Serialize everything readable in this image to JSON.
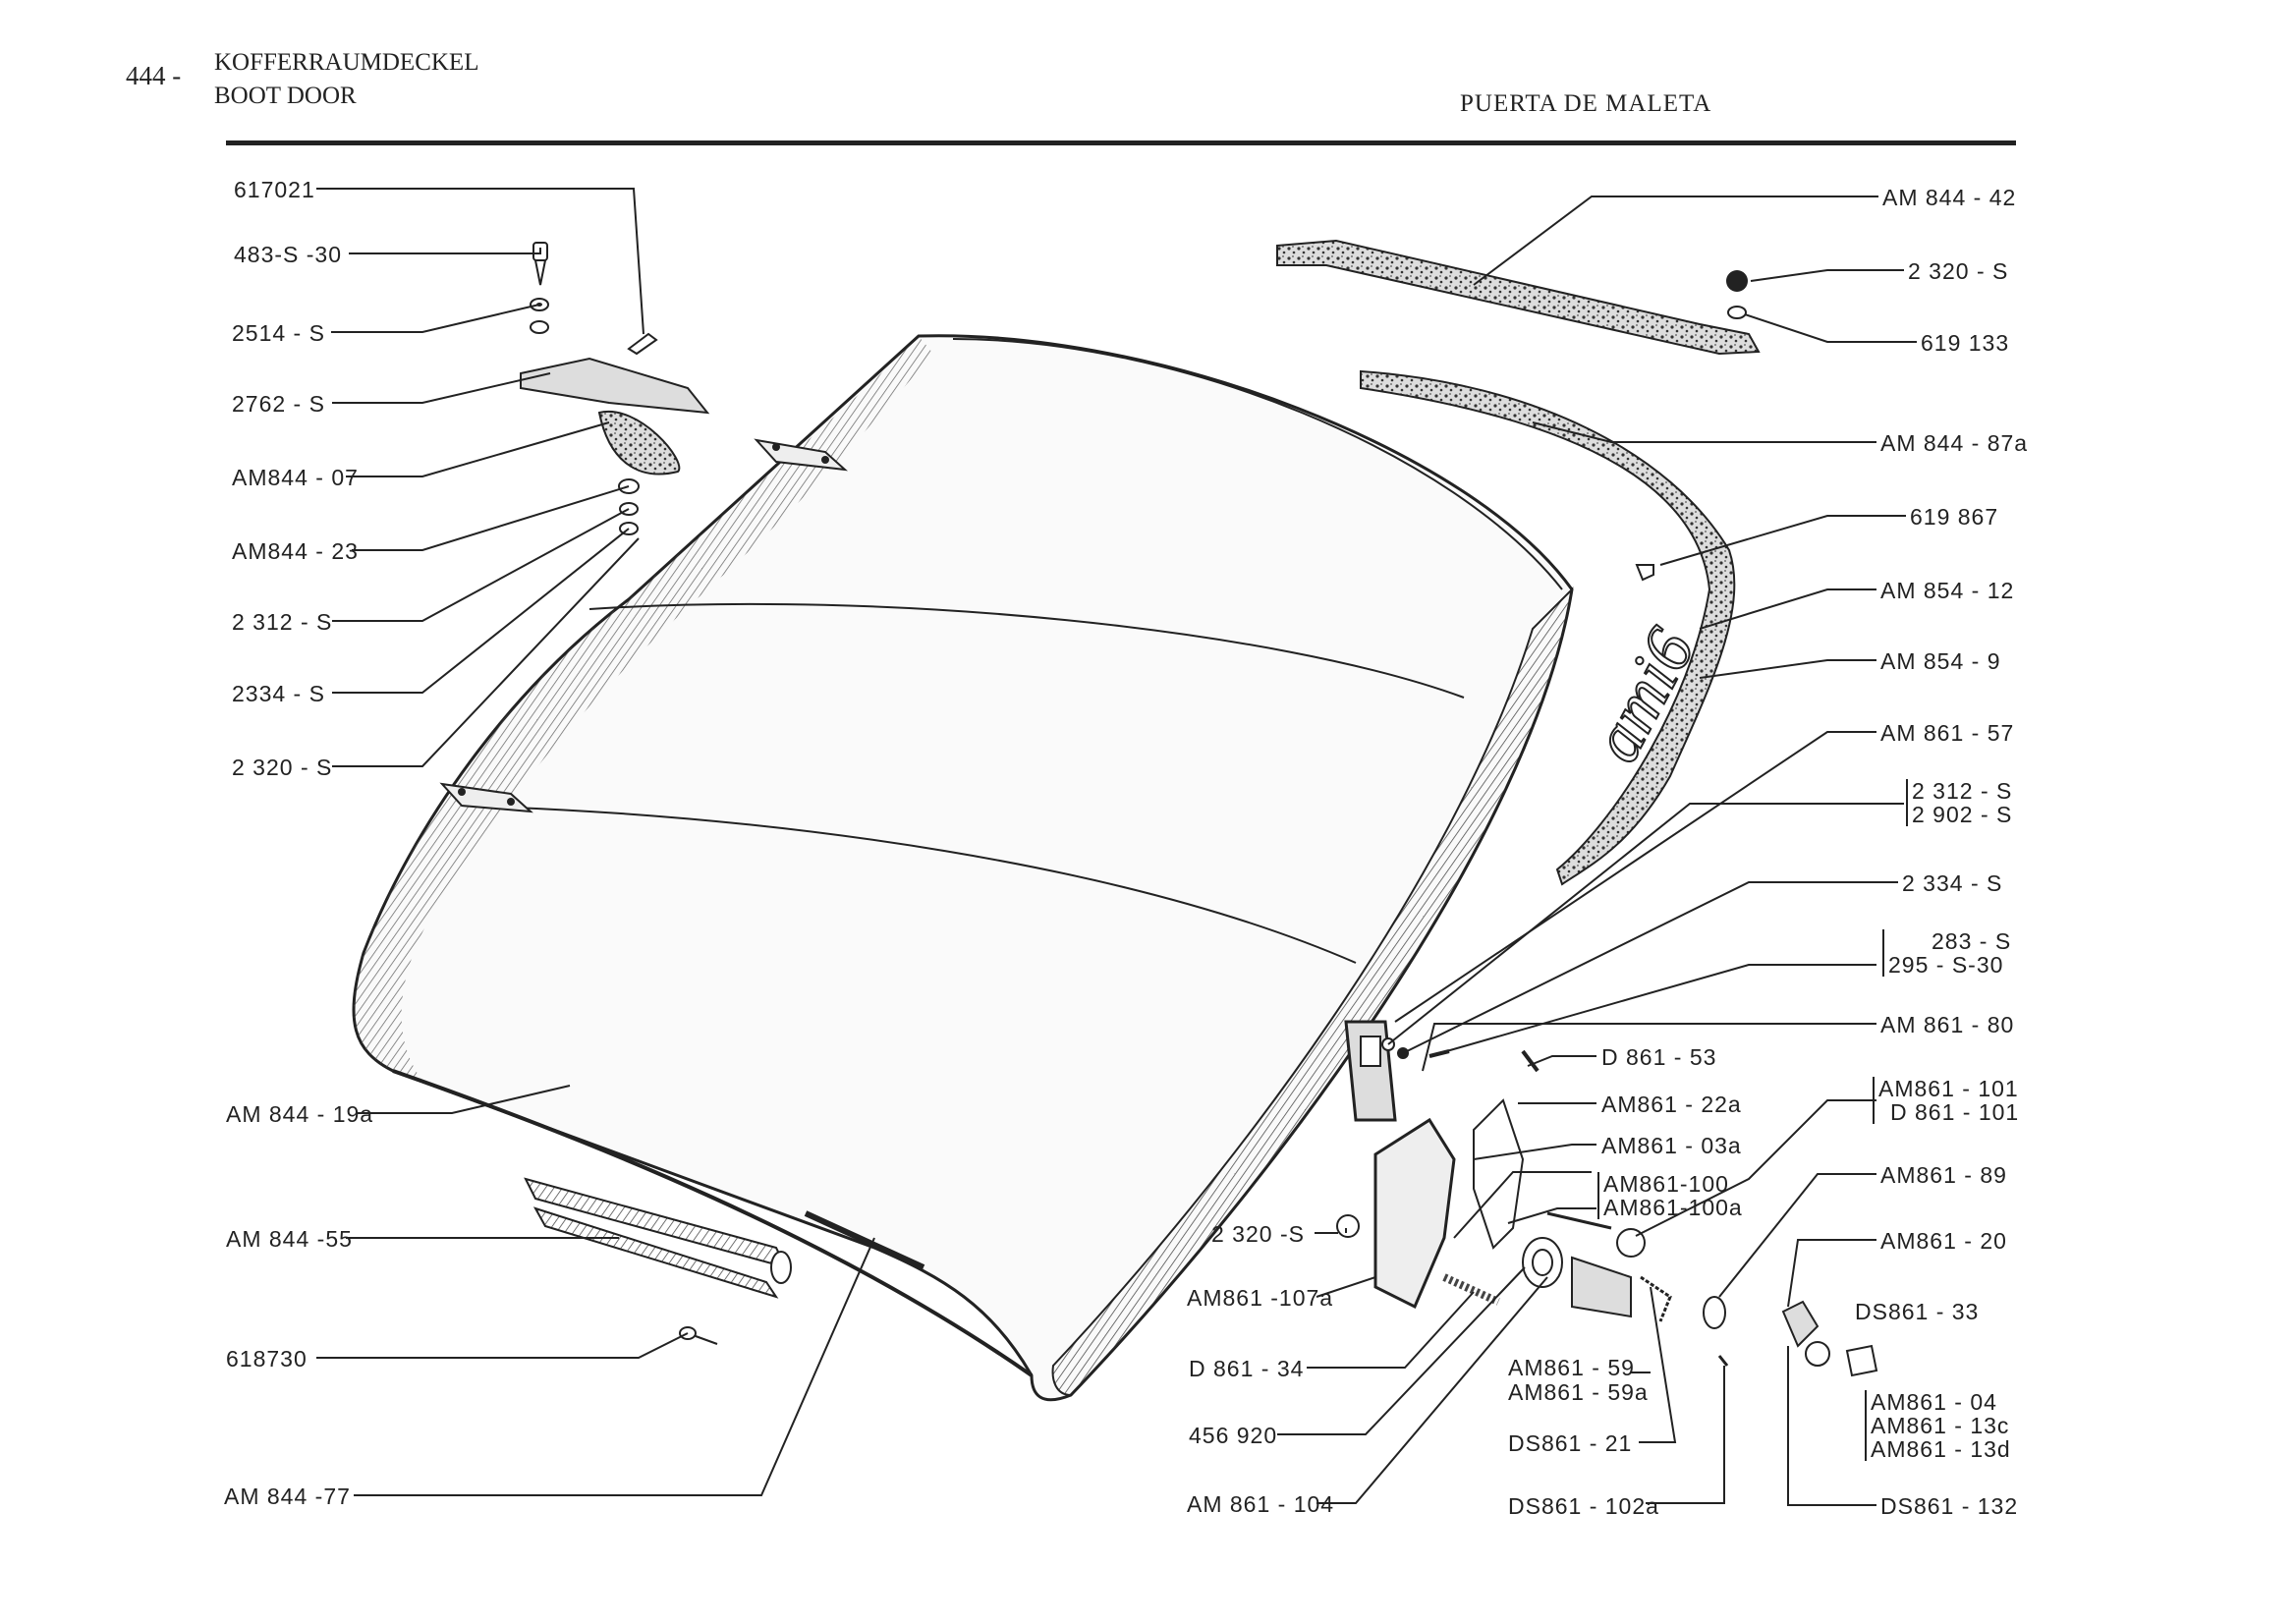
{
  "header": {
    "page_number": "444 -",
    "title_de": "KOFFERRAUMDECKEL",
    "title_en": "BOOT DOOR",
    "title_es": "PUERTA DE MALETA"
  },
  "emblem_text": "ami6",
  "parts_left": [
    "617021",
    "483-S -30",
    "2514 - S",
    "2762 - S",
    "AM844 - 07",
    "AM844 - 23",
    "2 312 - S",
    "2334 - S",
    "2 320 - S",
    "AM 844 - 19a",
    "AM 844 -55",
    "618730",
    "AM 844 -77"
  ],
  "parts_right": [
    "AM 844 - 42",
    "2 320 - S",
    "619 133",
    "AM 844 - 87a",
    "619 867",
    "AM 854 - 12",
    "AM 854 - 9",
    "AM 861 - 57",
    "2 312 - S",
    "2 902 - S",
    "2 334 - S",
    "283 - S",
    "295 - S-30",
    "AM 861 - 80",
    "AM861 - 101",
    "D 861 - 101",
    "AM861 - 89",
    "AM861 - 20",
    "DS861 - 33",
    "AM861 - 04",
    "AM861 - 13c",
    "AM861 - 13d",
    "DS861 - 132"
  ],
  "parts_center": [
    "D 861 - 53",
    "AM861 - 22a",
    "AM861 - 03a",
    "AM861-100",
    "AM861-100a",
    "2 320 -S",
    "AM861 -107a",
    "D 861 - 34",
    "456 920",
    "AM861 - 59",
    "AM861 - 59a",
    "DS861 - 21",
    "AM 861 - 104",
    "DS861 - 102a"
  ]
}
